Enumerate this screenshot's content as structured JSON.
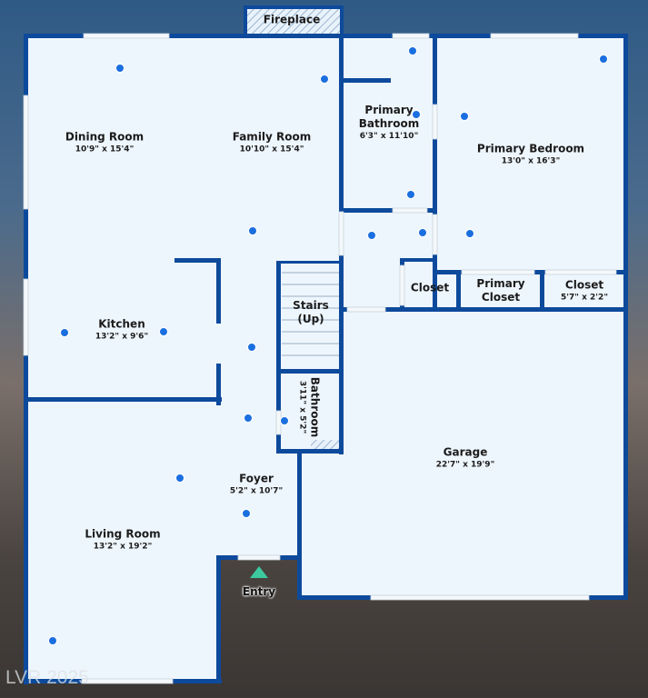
{
  "plan": {
    "rooms": [
      {
        "name": "Fireplace",
        "dims": ""
      },
      {
        "name": "Dining Room",
        "dims": "10'9\" x 15'4\""
      },
      {
        "name": "Family Room",
        "dims": "10'10\" x 15'4\""
      },
      {
        "name": "Primary Bathroom",
        "dims": "6'3\" x 11'10\""
      },
      {
        "name": "Primary Bedroom",
        "dims": "13'0\" x 16'3\""
      },
      {
        "name": "Kitchen",
        "dims": "13'2\" x 9'6\""
      },
      {
        "name": "Stairs (Up)",
        "dims": ""
      },
      {
        "name": "Closet",
        "dims": ""
      },
      {
        "name": "Primary Closet",
        "dims": ""
      },
      {
        "name": "Closet",
        "dims": "5'7\" x 2'2\""
      },
      {
        "name": "Bathroom",
        "dims": "3'11\" x 5'2\""
      },
      {
        "name": "Garage",
        "dims": "22'7\" x 19'9\""
      },
      {
        "name": "Foyer",
        "dims": "5'2\" x 10'7\""
      },
      {
        "name": "Living Room",
        "dims": "13'2\" x 19'2\""
      }
    ],
    "entry_label": "Entry",
    "colors": {
      "wall": "#0d4a9c",
      "floor": "#eef6fd",
      "marker": "#1a6fe0",
      "entry": "#3cc9a0"
    }
  },
  "watermark": "LVR 2025"
}
